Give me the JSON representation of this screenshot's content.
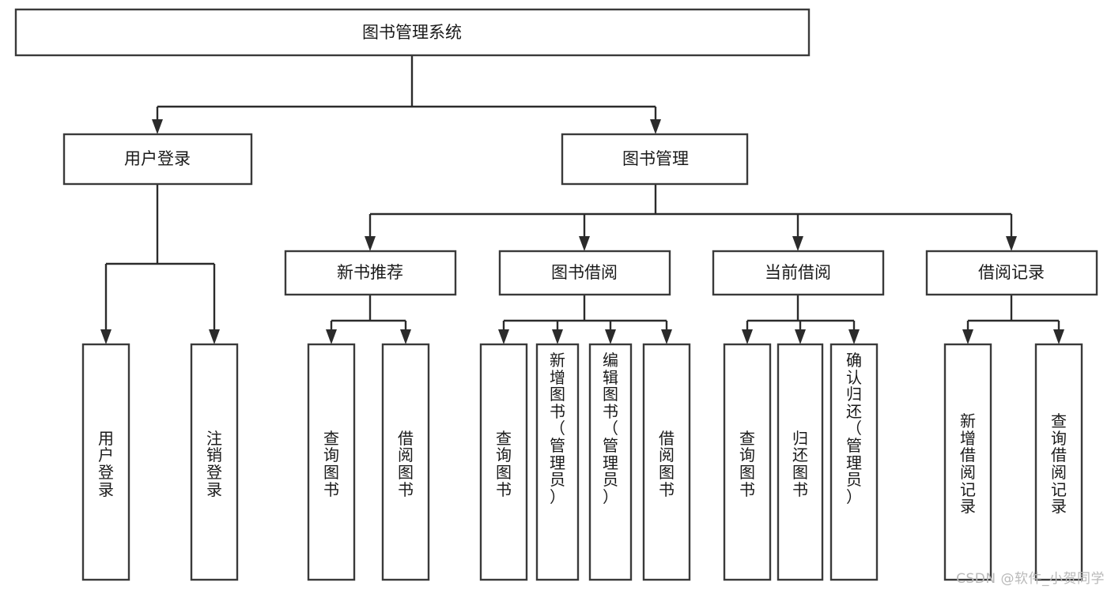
{
  "diagram": {
    "title": "图书管理系统",
    "type": "tree",
    "orientation": "top-down",
    "watermark": "CSDN @软件_小贺同学",
    "colors": {
      "box_fill": "#ffffff",
      "box_stroke": "#3a3a3a",
      "connector": "#2b2b2b",
      "text": "#1a1a1a",
      "watermark": "#b9b9b9",
      "background": "#ffffff"
    },
    "root": {
      "label": "图书管理系统",
      "level": 0
    },
    "level1": [
      {
        "label": "用户登录"
      },
      {
        "label": "图书管理"
      }
    ],
    "level2": [
      {
        "label": "新书推荐",
        "parent": "图书管理"
      },
      {
        "label": "图书借阅",
        "parent": "图书管理"
      },
      {
        "label": "当前借阅",
        "parent": "图书管理"
      },
      {
        "label": "借阅记录",
        "parent": "图书管理"
      }
    ],
    "leaves": [
      {
        "label": "用户登录",
        "parent": "用户登录",
        "chars": [
          "用",
          "户",
          "登",
          "录"
        ]
      },
      {
        "label": "注销登录",
        "parent": "用户登录",
        "chars": [
          "注",
          "销",
          "登",
          "录"
        ]
      },
      {
        "label": "查询图书",
        "parent": "新书推荐",
        "chars": [
          "查",
          "询",
          "图",
          "书"
        ]
      },
      {
        "label": "借阅图书",
        "parent": "新书推荐",
        "chars": [
          "借",
          "阅",
          "图",
          "书"
        ]
      },
      {
        "label": "查询图书",
        "parent": "图书借阅",
        "chars": [
          "查",
          "询",
          "图",
          "书"
        ]
      },
      {
        "label": "新增图书（管理员）",
        "parent": "图书借阅",
        "chars": [
          "新",
          "增",
          "图",
          "书",
          "（",
          "管",
          "理",
          "员",
          "）"
        ]
      },
      {
        "label": "编辑图书（管理员）",
        "parent": "图书借阅",
        "chars": [
          "编",
          "辑",
          "图",
          "书",
          "（",
          "管",
          "理",
          "员",
          "）"
        ]
      },
      {
        "label": "借阅图书",
        "parent": "图书借阅",
        "chars": [
          "借",
          "阅",
          "图",
          "书"
        ]
      },
      {
        "label": "查询图书",
        "parent": "当前借阅",
        "chars": [
          "查",
          "询",
          "图",
          "书"
        ]
      },
      {
        "label": "归还图书",
        "parent": "当前借阅",
        "chars": [
          "归",
          "还",
          "图",
          "书"
        ]
      },
      {
        "label": "确认归还（管理员）",
        "parent": "当前借阅",
        "chars": [
          "确",
          "认",
          "归",
          "还",
          "（",
          "管",
          "理",
          "员",
          "）"
        ]
      },
      {
        "label": "新增借阅记录",
        "parent": "借阅记录",
        "chars": [
          "新",
          "增",
          "借",
          "阅",
          "记",
          "录"
        ]
      },
      {
        "label": "查询借阅记录",
        "parent": "借阅记录",
        "chars": [
          "查",
          "询",
          "借",
          "阅",
          "记",
          "录"
        ]
      }
    ]
  }
}
